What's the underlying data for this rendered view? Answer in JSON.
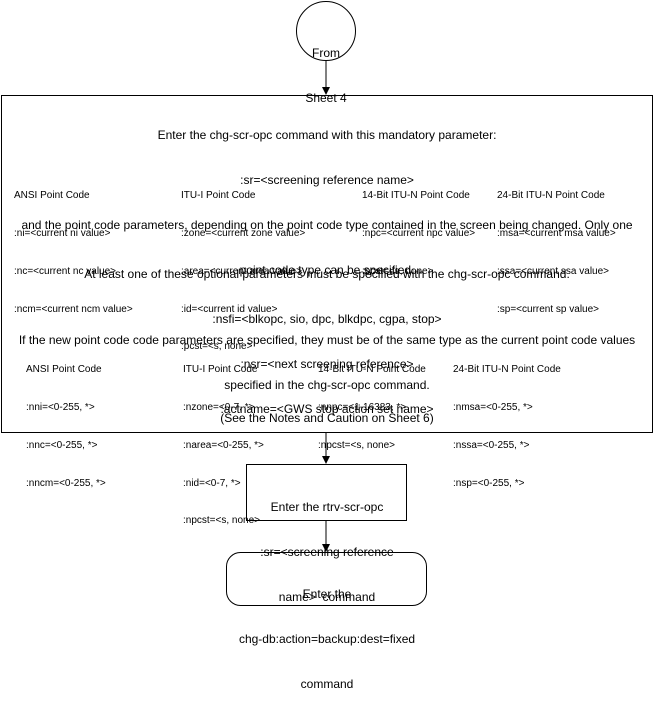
{
  "start": {
    "line1": "From",
    "line2": "Sheet 4"
  },
  "main": {
    "intro": [
      "Enter the chg-scr-opc command with this mandatory parameter:",
      ":sr=<screening reference name>",
      "and the point code parameters, depending on the point code type contained in the screen being changed. Only one",
      "point code type can be specified."
    ],
    "current_columns": [
      {
        "header": "ANSI Point Code",
        "lines": [
          ":ni=<current ni value>",
          ":nc=<current nc value>",
          ":ncm=<current ncm value>"
        ]
      },
      {
        "header": "ITU-I Point Code",
        "lines": [
          ":zone=<current zone value>",
          ":area=<current area value>",
          ":id=<current id value>",
          ":pcst=<s, none>"
        ]
      },
      {
        "header": "14-Bit ITU-N Point Code",
        "lines": [
          ":npc=<current npc value>",
          ":pcst=<s, none>"
        ]
      },
      {
        "header": "24-Bit ITU-N Point Code",
        "lines": [
          ":msa=<current msa value>",
          ":ssa=<current ssa value>",
          ":sp=<current sp value>"
        ]
      }
    ],
    "optional": [
      "At least one of these optional parameters must be specified with the chg-scr-opc command.",
      ":nsfi=<blkopc, sio, dpc, blkdpc, cgpa, stop>",
      ":nsr=<next screening reference>",
      ":actname=<GWS stop action set name>"
    ],
    "new_pc_note": [
      "If the new point code code parameters are specified, they must be of the same type as the current point code values",
      "specified in the chg-scr-opc command."
    ],
    "new_columns": [
      {
        "header": "ANSI Point Code",
        "lines": [
          ":nni=<0-255, *>",
          ":nnc=<0-255, *>",
          ":nncm=<0-255, *>"
        ]
      },
      {
        "header": "ITU-I Point Code",
        "lines": [
          ":nzone=<0-7, *>",
          ":narea=<0-255, *>",
          ":nid=<0-7, *>",
          ":npcst=<s, none>"
        ]
      },
      {
        "header": "14-Bit ITU-N Point Code",
        "lines": [
          ":nnpc=<1-16383, *>",
          ":npcst=<s, none>"
        ]
      },
      {
        "header": "24-Bit ITU-N Point Code",
        "lines": [
          ":nmsa=<0-255, *>",
          ":nssa=<0-255, *>",
          ":nsp=<0-255, *>"
        ]
      }
    ],
    "footer": "(See the Notes and Caution on Sheet 6)"
  },
  "rtrv_box": {
    "lines": [
      "Enter the rtrv-scr-opc",
      ":sr=<screening reference",
      "name>  command"
    ]
  },
  "chgdb_box": {
    "lines": [
      "Enter the",
      "chg-db:action=backup:dest=fixed",
      "command"
    ]
  }
}
